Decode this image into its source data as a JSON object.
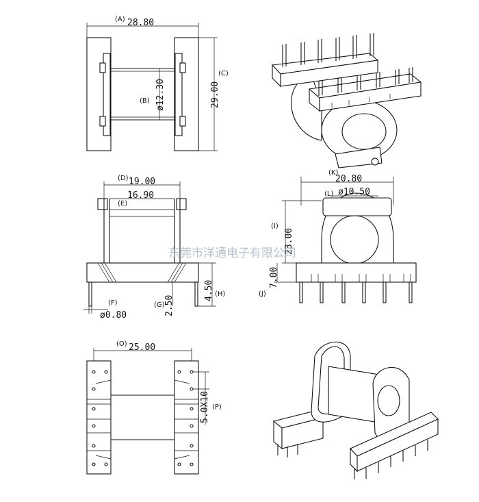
{
  "watermark": "东莞市洋通电子有限公司",
  "dimensions": {
    "A": {
      "tag": "(A)",
      "value": "28.80"
    },
    "B": {
      "tag": "(B)",
      "value": "ø12.30"
    },
    "C": {
      "tag": "(C)",
      "value": "29.00"
    },
    "D": {
      "tag": "(D)",
      "value": "19.00"
    },
    "E": {
      "tag": "(E)",
      "value": "16.90"
    },
    "F": {
      "tag": "(F)",
      "value": "ø0.80"
    },
    "G": {
      "tag": "(G)",
      "value": "2.50"
    },
    "H": {
      "tag": "(H)",
      "value": "4.50"
    },
    "I": {
      "tag": "(I)",
      "value": "23.00"
    },
    "J": {
      "tag": "(J)",
      "value": "7.00"
    },
    "K": {
      "tag": "(K)",
      "value": "20.80"
    },
    "L": {
      "tag": "(L)",
      "value": "ø10.50"
    },
    "O": {
      "tag": "(O)",
      "value": "25.00"
    },
    "P": {
      "tag": "(P)",
      "value": "5.0X10"
    }
  }
}
